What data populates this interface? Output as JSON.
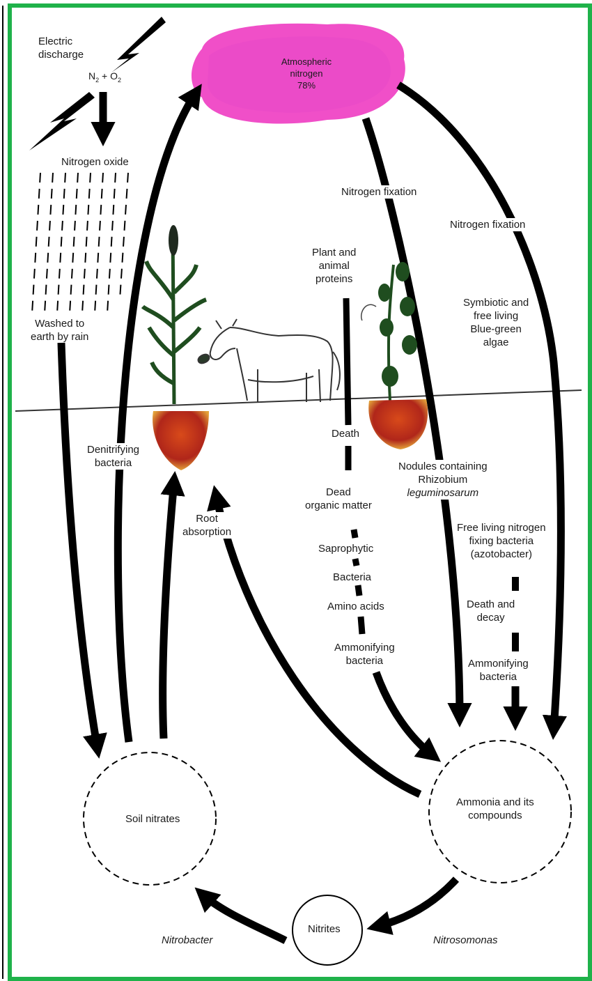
{
  "diagram": {
    "atmosphere": {
      "line1": "Atmospheric",
      "line2": "nitrogen",
      "line3": "78%"
    },
    "electric_discharge": {
      "line1": "Electric",
      "line2": "discharge"
    },
    "n2_o2": {
      "n": "N",
      "n_sub": "2",
      "rest": " + O",
      "o_sub": "2"
    },
    "nitrogen_oxide": "Nitrogen oxide",
    "washed": {
      "line1": "Washed to",
      "line2": "earth by rain"
    },
    "nitrogen_fixation_center": "Nitrogen fixation",
    "nitrogen_fixation_right": "Nitrogen fixation",
    "plant_animal_proteins": {
      "line1": "Plant and",
      "line2": "animal",
      "line3": "proteins"
    },
    "symbiotic": {
      "line1": "Symbiotic and",
      "line2": "free living",
      "line3": "Blue-green",
      "line4": "algae"
    },
    "death": "Death",
    "nodules": {
      "line1": "Nodules containing",
      "line2": "Rhizobium",
      "line3": "leguminosarum"
    },
    "denitrifying": {
      "line1": "Denitrifying",
      "line2": "bacteria"
    },
    "root_absorption": {
      "line1": "Root",
      "line2": "absorption"
    },
    "dead_organic": {
      "line1": "Dead",
      "line2": "organic matter"
    },
    "free_living": {
      "line1": "Free living nitrogen",
      "line2": "fixing bacteria",
      "line3": "(azotobacter)"
    },
    "saprophytic": "Saprophytic",
    "bacteria": "Bacteria",
    "amino_acids": "Amino acids",
    "death_decay": {
      "line1": "Death and",
      "line2": "decay"
    },
    "ammonifying_center": {
      "line1": "Ammonifying",
      "line2": "bacteria"
    },
    "ammonifying_right": {
      "line1": "Ammonifying",
      "line2": "bacteria"
    },
    "soil_nitrates": "Soil nitrates",
    "ammonia": {
      "line1": "Ammonia and its",
      "line2": "compounds"
    },
    "nitrites": "Nitrites",
    "nitrobacter": "Nitrobacter",
    "nitrosomonas": "Nitrosomonas"
  },
  "colors": {
    "frame_border": "#1fb24a",
    "atmosphere_fill": "#f04fc8",
    "roots": "#c0391b",
    "plant_leaves": "#1f4d1f"
  }
}
